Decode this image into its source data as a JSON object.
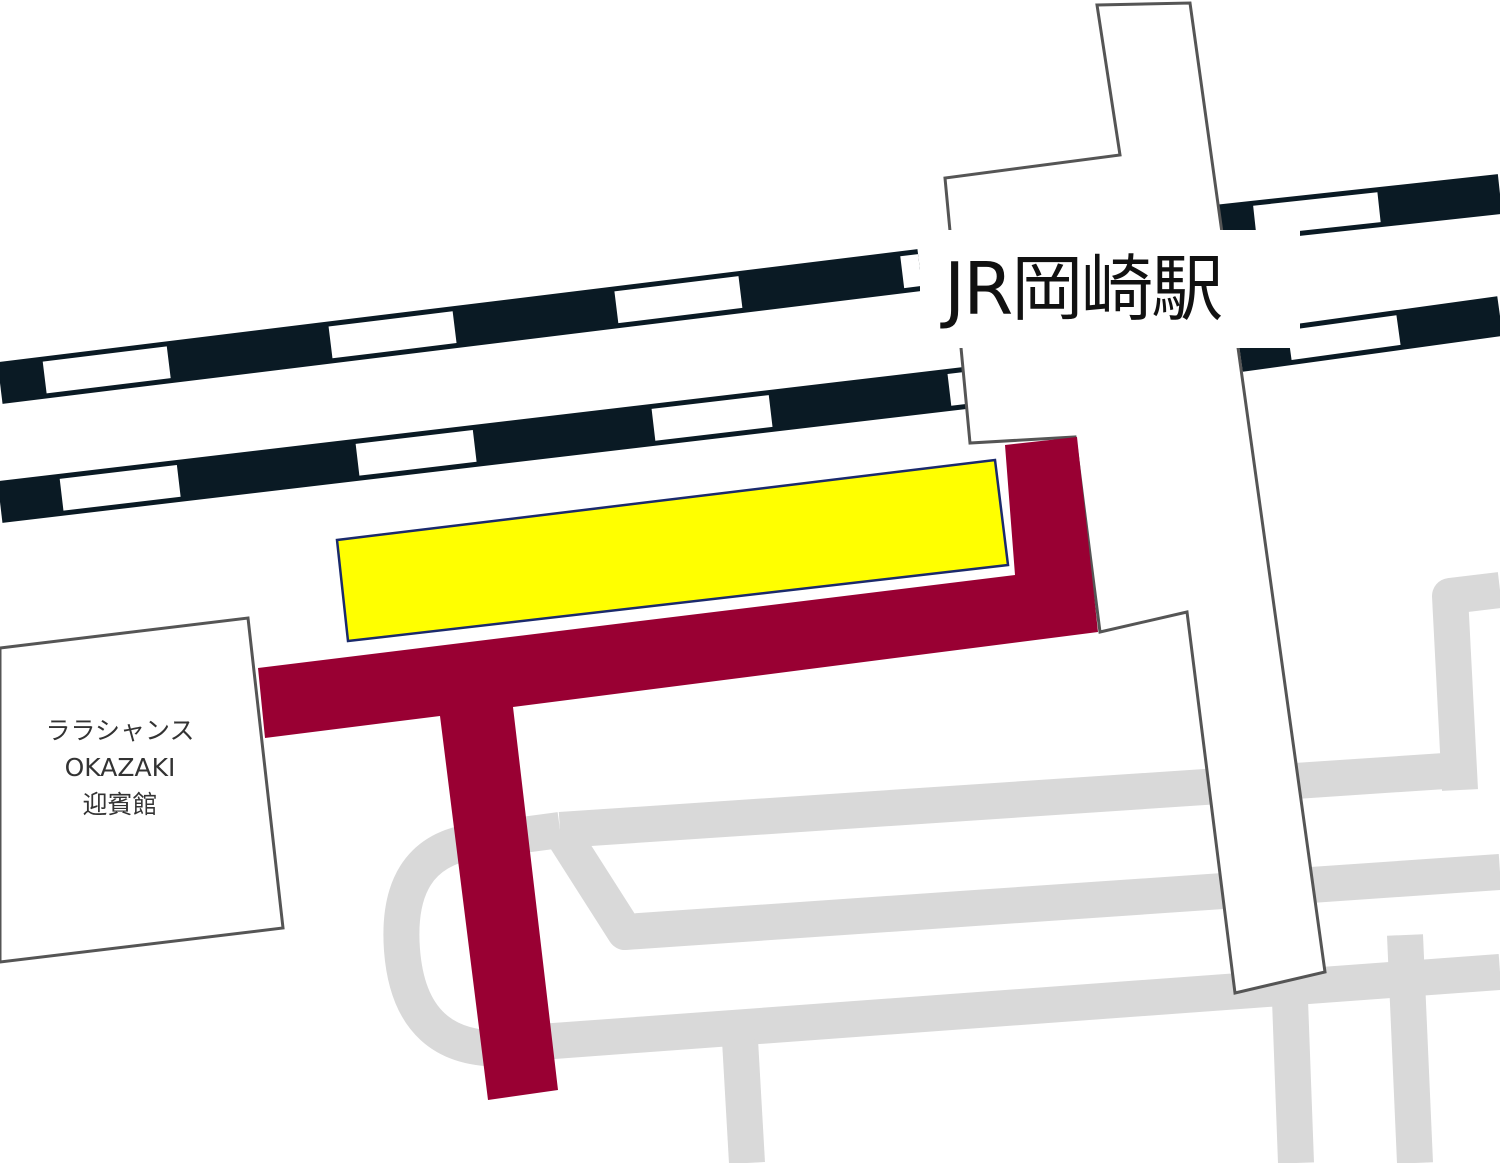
{
  "station": {
    "name": "JR岡崎駅"
  },
  "building": {
    "lines": [
      "ララシャンス",
      "OKAZAKI",
      "迎賓館"
    ]
  },
  "colors": {
    "route": "#990033",
    "highlight": "#ffff00",
    "road": "#d9d9d9",
    "track": "#000000",
    "highlight_border": "#1a2a6c"
  }
}
